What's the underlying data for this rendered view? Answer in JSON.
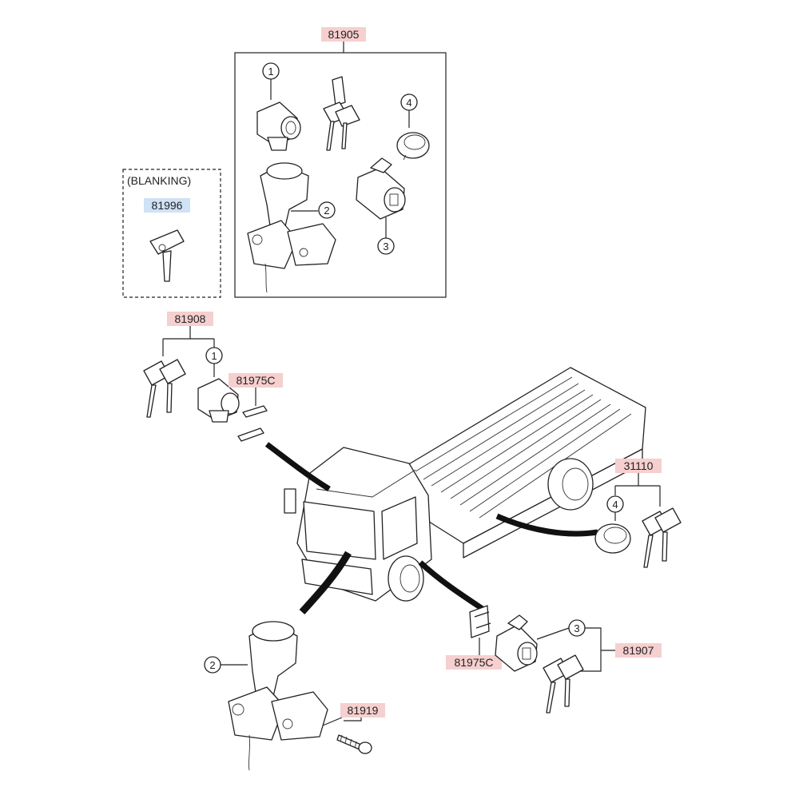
{
  "colors": {
    "part_label_bg": "#f6cfcf",
    "blank_label_bg": "#cfe2f6",
    "line": "#222222"
  },
  "labels": {
    "kit_top": "81905",
    "blanking_heading": "(BLANKING)",
    "blank_key": "81996",
    "key_cyl_set_left": "81908",
    "bracket_upper": "81975C",
    "bracket_lower": "81975C",
    "fuel_cap_key_set": "31110",
    "door_key_set": "81907",
    "screw": "81919"
  },
  "callouts": {
    "one": "1",
    "two": "2",
    "three": "3",
    "four": "4"
  }
}
